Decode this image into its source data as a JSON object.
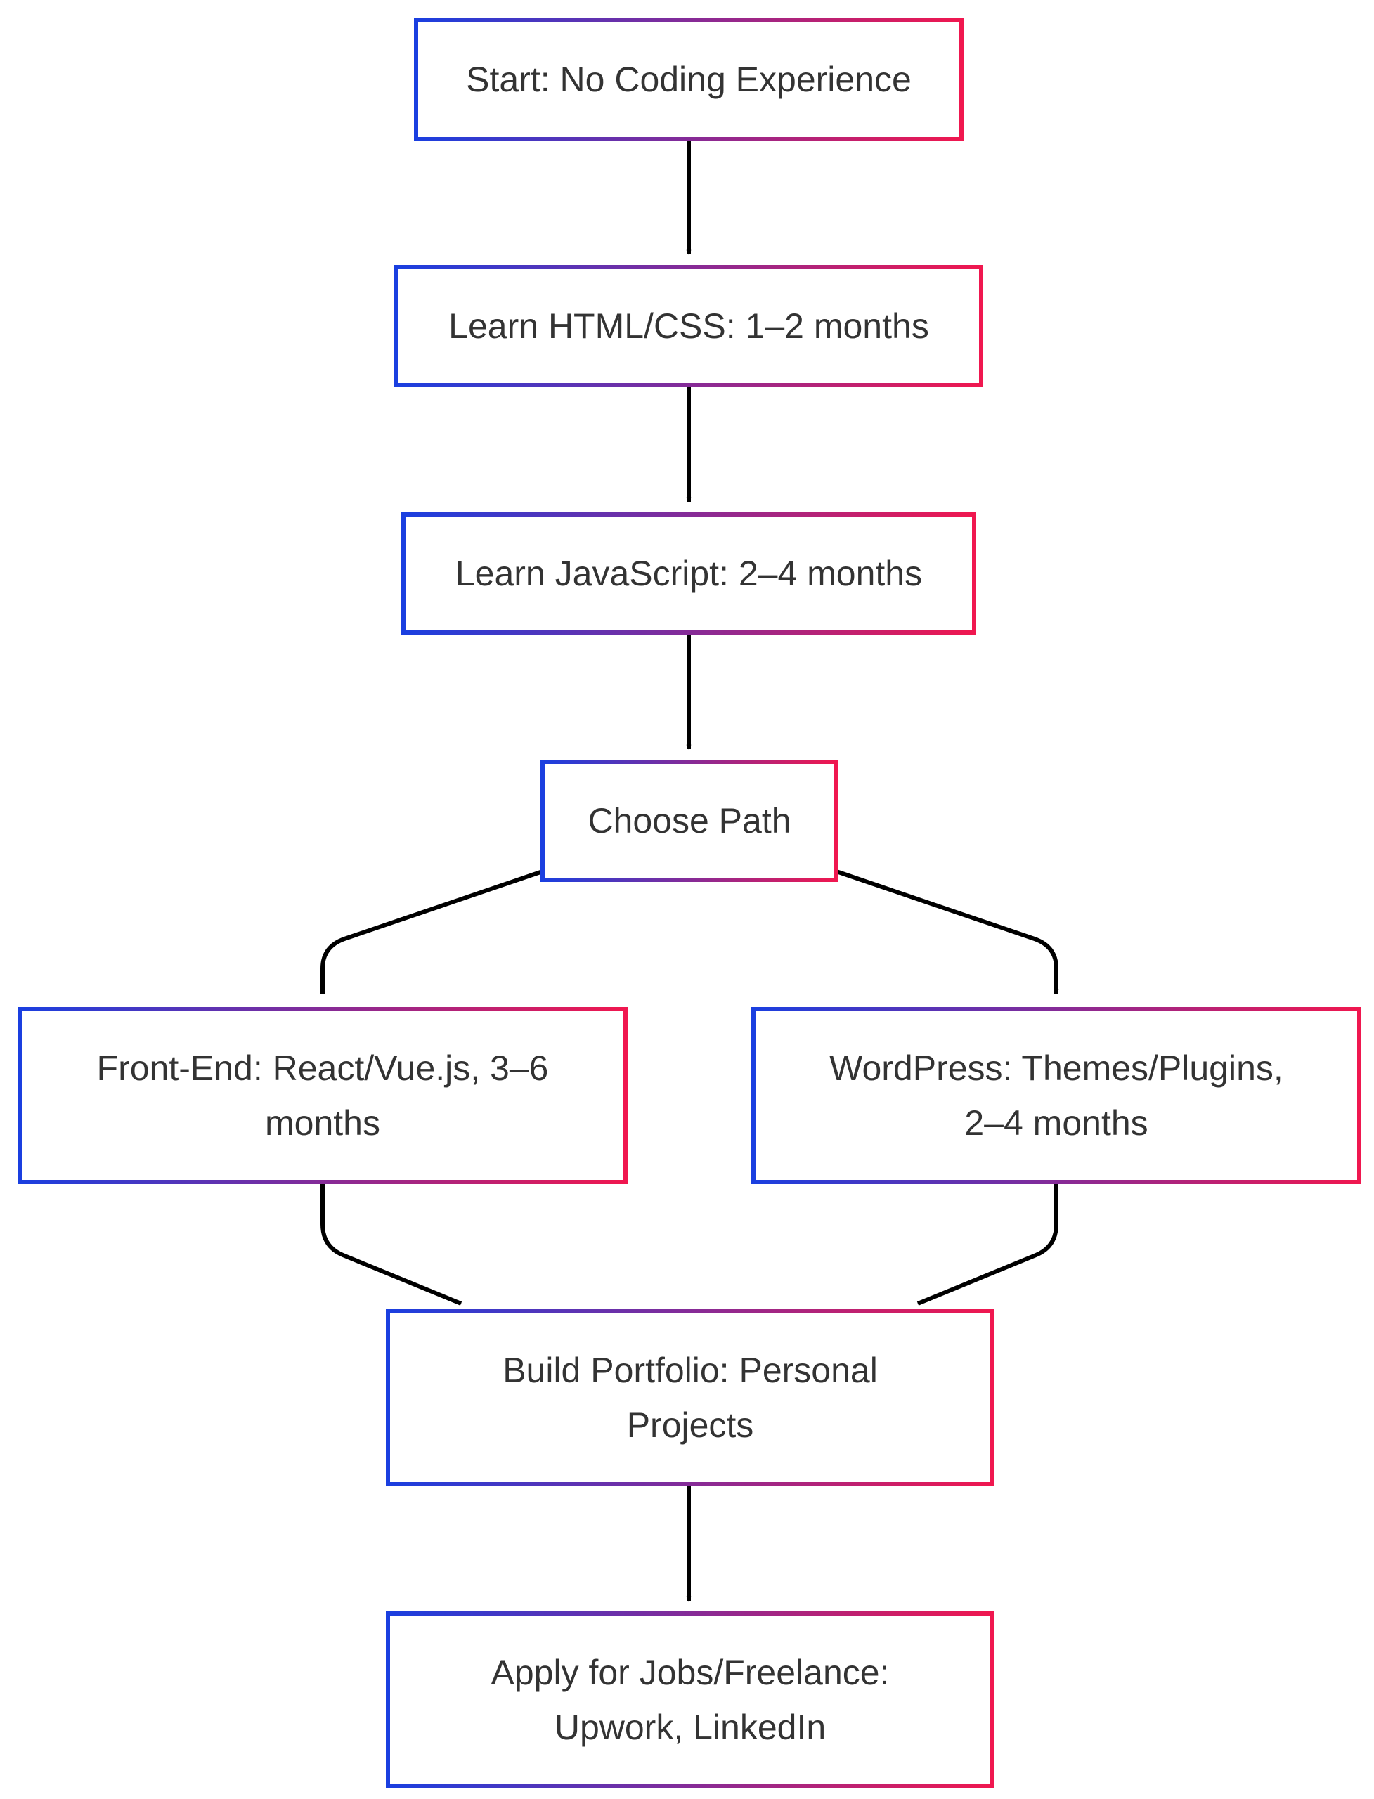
{
  "diagram": {
    "type": "flowchart",
    "colors": {
      "border_gradient_start": "#1a3fe0",
      "border_gradient_end": "#f0174f",
      "edge": "#000000",
      "text": "#333333",
      "background": "#ffffff"
    },
    "nodes": [
      {
        "id": "start",
        "lines": [
          "Start: No Coding Experience"
        ]
      },
      {
        "id": "html-css",
        "lines": [
          "Learn HTML/CSS: 1–2 months"
        ]
      },
      {
        "id": "javascript",
        "lines": [
          "Learn JavaScript: 2–4 months"
        ]
      },
      {
        "id": "choose-path",
        "lines": [
          "Choose Path"
        ]
      },
      {
        "id": "front-end",
        "lines": [
          "Front-End: React/Vue.js, 3–6",
          "months"
        ]
      },
      {
        "id": "wordpress",
        "lines": [
          "WordPress: Themes/Plugins,",
          "2–4 months"
        ]
      },
      {
        "id": "portfolio",
        "lines": [
          "Build Portfolio: Personal",
          "Projects"
        ]
      },
      {
        "id": "apply",
        "lines": [
          "Apply for Jobs/Freelance:",
          "Upwork, LinkedIn"
        ]
      }
    ],
    "edges": [
      {
        "from": "start",
        "to": "html-css"
      },
      {
        "from": "html-css",
        "to": "javascript"
      },
      {
        "from": "javascript",
        "to": "choose-path"
      },
      {
        "from": "choose-path",
        "to": "front-end"
      },
      {
        "from": "choose-path",
        "to": "wordpress"
      },
      {
        "from": "front-end",
        "to": "portfolio"
      },
      {
        "from": "wordpress",
        "to": "portfolio"
      },
      {
        "from": "portfolio",
        "to": "apply"
      }
    ]
  }
}
